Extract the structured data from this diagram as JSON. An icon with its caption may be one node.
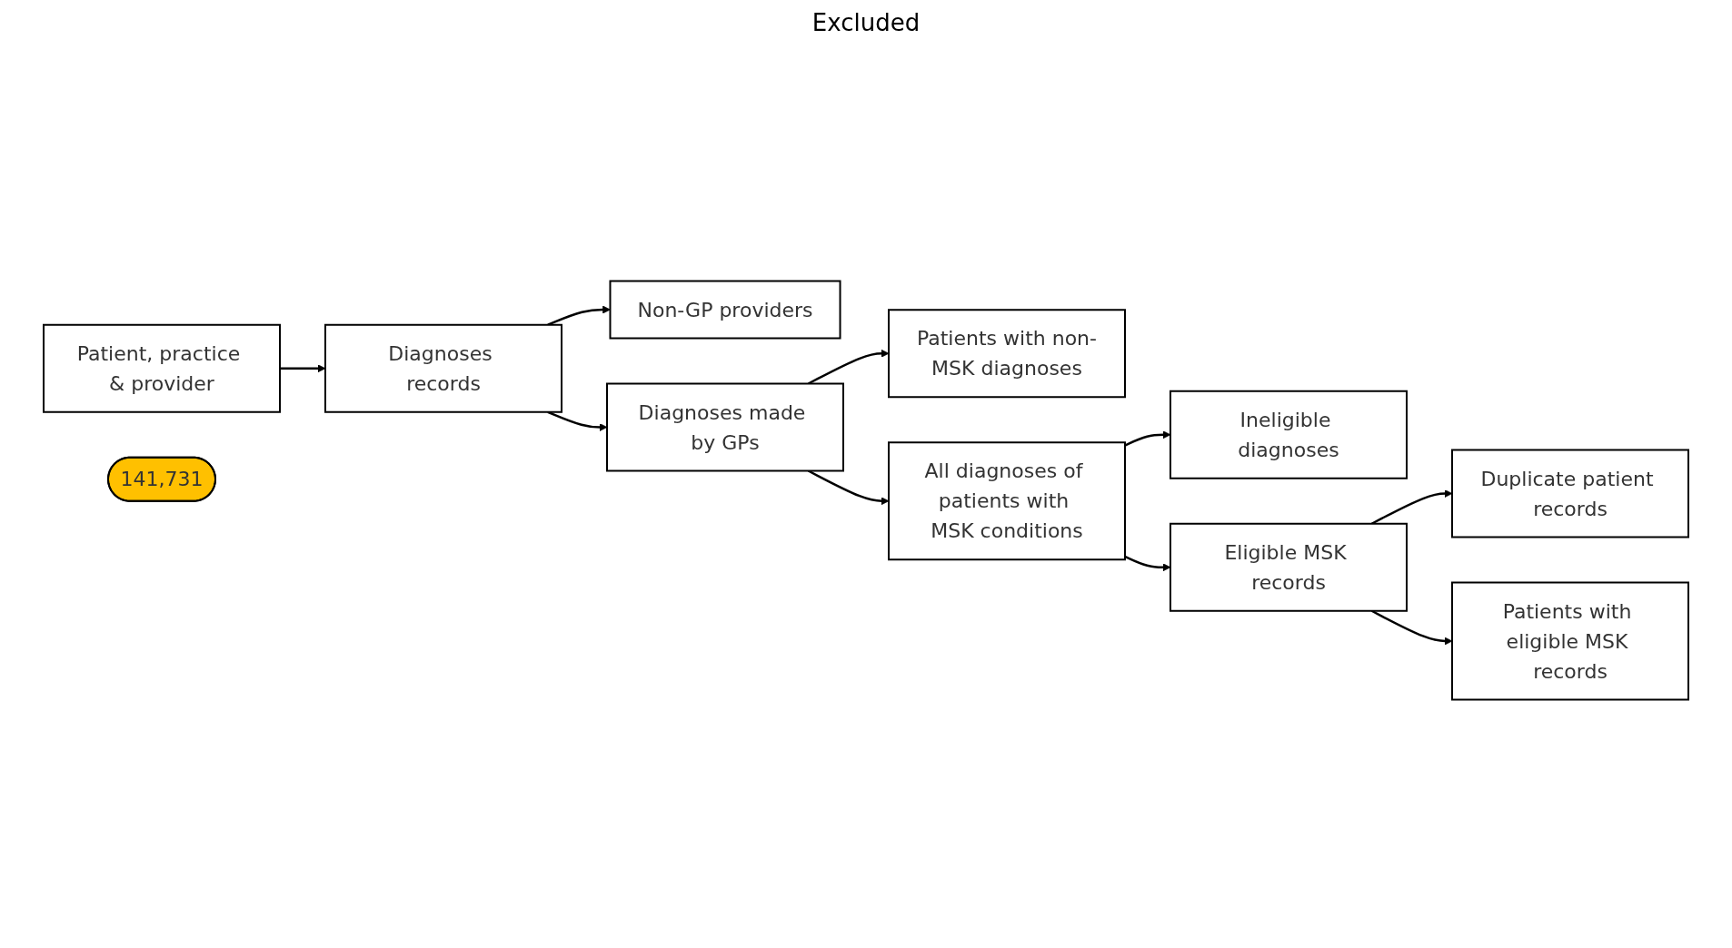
{
  "diagram": {
    "nodes": [
      {
        "text": [
          "Patient, practice & provider"
        ]
      },
      {
        "text": [
          "Diagnoses records"
        ]
      },
      {
        "text": [
          "Non-GP providers"
        ]
      },
      {
        "text": [
          "Diagnoses made by GPs"
        ]
      },
      {
        "text": [
          "Patients with non-MSK diagnoses"
        ]
      },
      {
        "text": [
          "All diagnoses of patients with MSK conditions"
        ]
      },
      {
        "text": [
          "Ineligible diagnoses"
        ]
      },
      {
        "text": [
          "Eligible MSK records"
        ]
      },
      {
        "text": [
          "Duplicate patient records"
        ]
      },
      {
        "text": [
          "Patients with eligible MSK records"
        ]
      },
      {
        "text": [
          "141,731"
        ]
      }
    ],
    "edges": [
      {
        "from": 0,
        "to": 1,
        "arrow": "to"
      },
      {
        "from": 1,
        "to": 2,
        "arrow": "to"
      },
      {
        "from": 1,
        "to": 3,
        "arrow": "to"
      },
      {
        "from": 3,
        "to": 4,
        "arrow": "to"
      },
      {
        "from": 3,
        "to": 5,
        "arrow": "to"
      },
      {
        "from": 5,
        "to": 6,
        "arrow": "to"
      },
      {
        "from": 5,
        "to": 7,
        "arrow": "to"
      },
      {
        "from": 7,
        "to": 8,
        "arrow": "to"
      },
      {
        "from": 7,
        "to": 9,
        "arrow": "to"
      }
    ],
    "labels": [
      "Excluded"
    ]
  }
}
